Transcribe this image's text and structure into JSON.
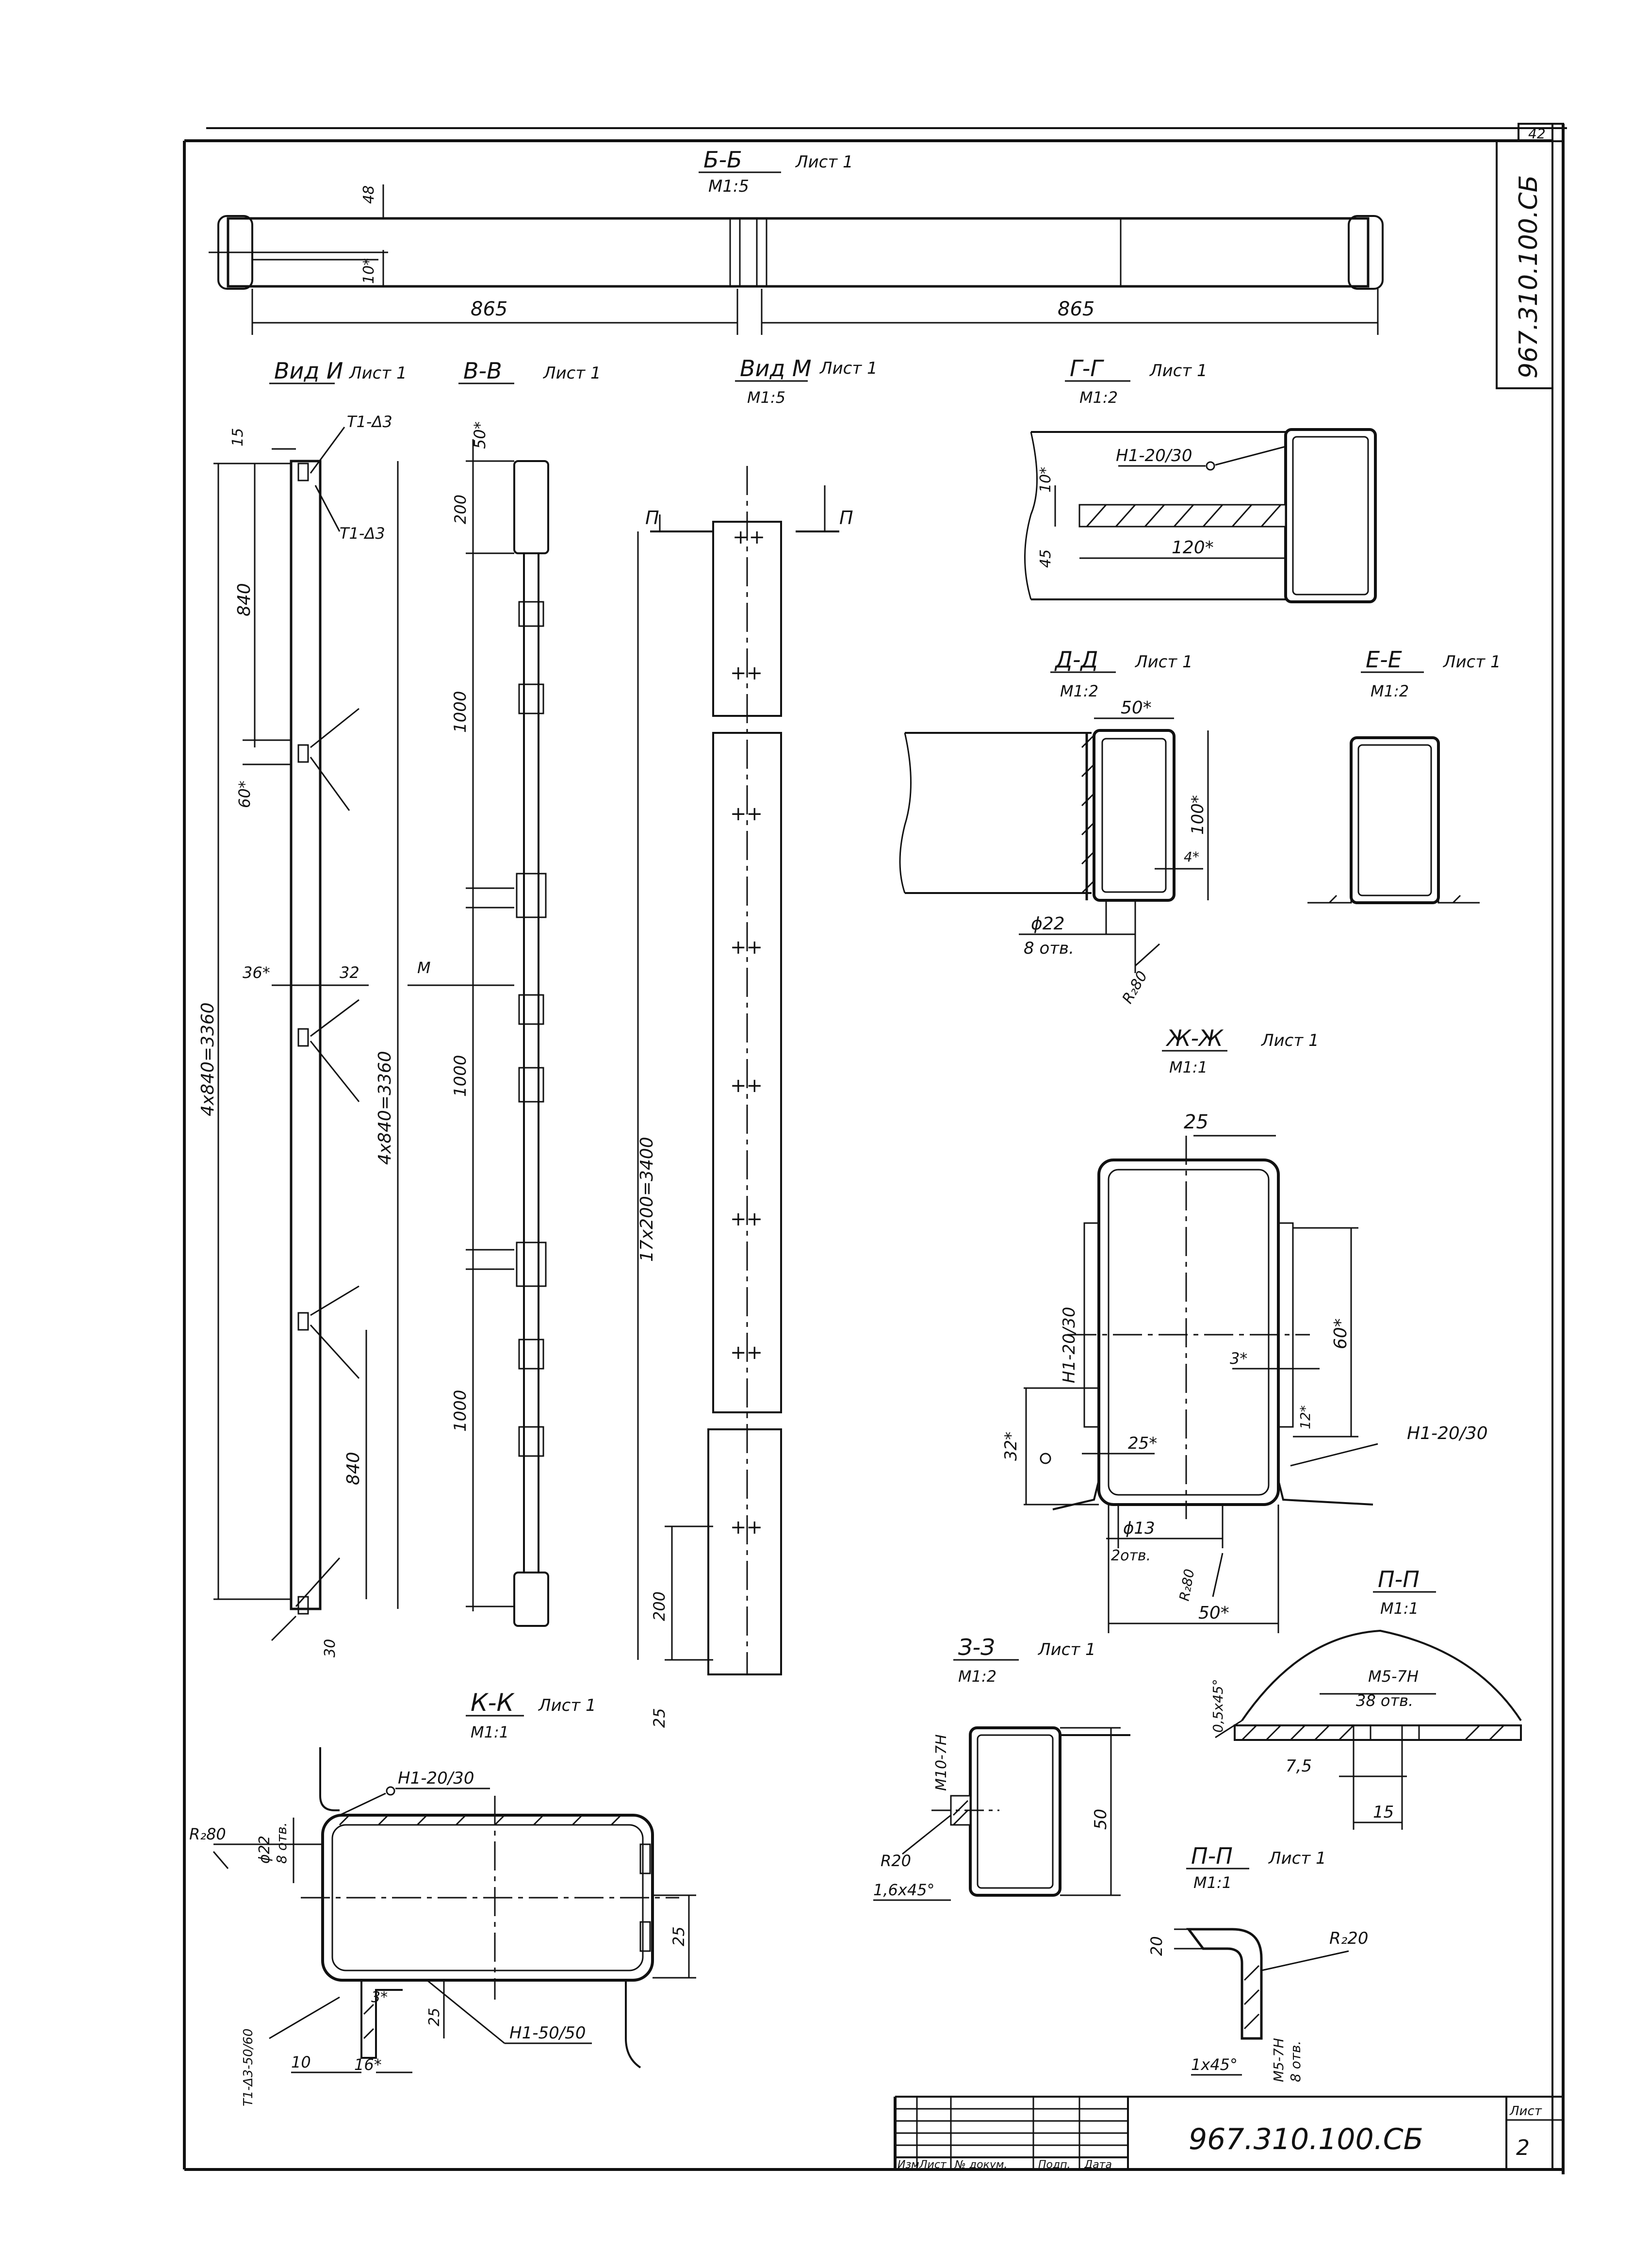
{
  "sheet": {
    "corner_number": "42",
    "side_code": "967.310.100.СБ",
    "title_block": {
      "document_code": "967.310.100.СБ",
      "sheet_label": "Лист",
      "sheet_number": "2",
      "columns": [
        "Изм",
        "Лист",
        "№ докум.",
        "Подп.",
        "Дата"
      ]
    }
  },
  "views": {
    "bb_top": {
      "title": "Б-Б",
      "sheet": "Лист 1",
      "scale": "М1:5",
      "dim_left": "865",
      "dim_right": "865",
      "dim_v1": "48",
      "dim_v2": "10*"
    },
    "vid_i": {
      "title": "Вид И",
      "sheet": "Лист 1",
      "weld_top1": "Т1-Δ3",
      "weld_top2": "Т1-Δ3",
      "dim_top": "15",
      "dim_840a": "840",
      "dim_60": "60*",
      "dim_total": "4х840=3360",
      "dim_36": "36*",
      "dim_32": "32",
      "dim_840b": "840",
      "dim_30": "30"
    },
    "vv": {
      "title": "В-В",
      "sheet": "Лист 1",
      "dim_50": "50*",
      "dim_200": "200",
      "dim_1000a": "1000",
      "dim_1000b": "1000",
      "dim_1000c": "1000",
      "dim_total": "4х840=3360",
      "arrow_m": "М"
    },
    "vid_m": {
      "title": "Вид М",
      "sheet": "Лист 1",
      "scale": "М1:5",
      "cut_p1": "П",
      "cut_p2": "П",
      "dim_total": "17х200=3400",
      "dim_200": "200",
      "dim_25": "25"
    },
    "gg": {
      "title": "Г-Г",
      "sheet": "Лист 1",
      "scale": "М1:2",
      "weld": "Н1-20/30",
      "dim_10": "10*",
      "dim_45": "45",
      "dim_120": "120*"
    },
    "dd": {
      "title": "Д-Д",
      "sheet": "Лист 1",
      "scale": "М1:2",
      "dim_50": "50*",
      "dim_100": "100*",
      "dim_4": "4*",
      "hole": "ϕ22",
      "holes_count": "8 отв.",
      "radius": "R₂80"
    },
    "ee": {
      "title": "Е-Е",
      "sheet": "Лист 1",
      "scale": "М1:2"
    },
    "zhzh": {
      "title": "Ж-Ж",
      "sheet": "Лист 1",
      "scale": "М1:1",
      "dim_25": "25",
      "dim_60": "60*",
      "dim_3": "3*",
      "dim_12": "12*",
      "weld_right": "Н1-20/30",
      "weld_left": "Н1-20/30",
      "dim_32": "32*",
      "dim_25b": "25*",
      "hole": "ϕ13",
      "holes_count": "2отв.",
      "radius": "R₂80",
      "dim_50": "50*"
    },
    "pp1": {
      "title": "П-П",
      "scale": "М1:1",
      "thread": "М5-7Н",
      "holes_count": "38 отв.",
      "chamfer": "0,5х45°",
      "dim_75": "7,5",
      "dim_15": "15"
    },
    "zz": {
      "title": "З-З",
      "sheet": "Лист 1",
      "scale": "М1:2",
      "thread": "М10-7Н",
      "radius": "R20",
      "chamfer": "1,6х45°",
      "dim_50": "50"
    },
    "pp2": {
      "title": "П-П",
      "sheet": "Лист 1",
      "scale": "М1:1",
      "dim_20": "20",
      "radius": "R₂20",
      "thread": "М5-7Н",
      "holes_count": "8 отв.",
      "chamfer": "1х45°"
    },
    "kk": {
      "title": "К-К",
      "sheet": "Лист 1",
      "scale": "М1:1",
      "weld_top": "Н1-20/30",
      "radius": "R₂80",
      "hole": "ϕ22",
      "holes_count": "8 отв.",
      "dim_25a": "25",
      "dim_3": "3*",
      "dim_25b": "25",
      "weld_bottom": "Н1-50/50",
      "weld_left": "Т1-Δ3-50/60",
      "dim_10": "10",
      "dim_16": "16*"
    }
  }
}
